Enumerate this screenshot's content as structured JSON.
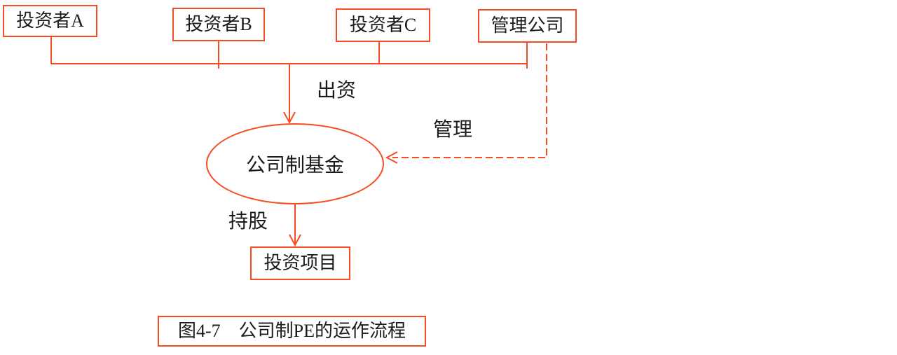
{
  "diagram": {
    "title_caption": "图4-7　公司制PE的运作流程",
    "nodes": {
      "investor_a": "投资者A",
      "investor_b": "投资者B",
      "investor_c": "投资者C",
      "management_company": "管理公司",
      "fund": "公司制基金",
      "investment_project": "投资项目"
    },
    "edge_labels": {
      "contribute": "出资",
      "manage": "管理",
      "hold_shares": "持股"
    },
    "colors": {
      "line": "#f84c22",
      "text": "#1b1b1b",
      "background": "#ffffff"
    }
  }
}
